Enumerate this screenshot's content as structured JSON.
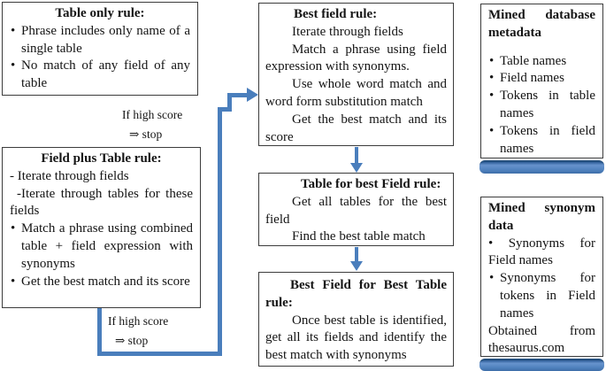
{
  "diagram": {
    "boxes": {
      "table_only": {
        "title": "Table only rule:",
        "bullets": [
          "Phrase includes only name of a single table",
          "No match of any field of any table"
        ]
      },
      "field_plus_table": {
        "title": "Field plus Table rule:",
        "dash_lines": [
          "- Iterate through fields",
          "-Iterate through tables for these fields"
        ],
        "bullets": [
          "Match a phrase using combined table + field expression with synonyms",
          "Get the best match and its score"
        ]
      },
      "best_field": {
        "title": "Best field rule:",
        "paragraphs": [
          "Iterate through fields",
          "Match a phrase using field expression with synonyms.",
          "Use whole word match and word form substitution match",
          "Get the best match and its score"
        ]
      },
      "table_for_best_field": {
        "title": "Table for best Field rule:",
        "paragraphs": [
          "Get all tables for the best field",
          "Find the best table match"
        ]
      },
      "best_field_for_best_table": {
        "title": "Best Field for Best Table rule:",
        "paragraphs": [
          "Once best table is identified, get all its fields and identify the best match with synonyms"
        ]
      },
      "mined_database": {
        "title": "Mined database metadata",
        "bullets": [
          "Table names",
          "Field names",
          "Tokens in table names",
          "Tokens in field names"
        ]
      },
      "mined_synonym": {
        "title": "Mined synonym data",
        "bullets": [
          "Synonyms for Field names",
          "Synonyms for tokens in Field names"
        ],
        "footer": "Obtained from thesaurus.com"
      }
    },
    "labels": {
      "stop1_line1": "If high score",
      "stop1_line2": "⇒ stop",
      "stop2_line1": "If high score",
      "stop2_line2": "⇒ stop"
    },
    "colors": {
      "accent_blue": "#4a7ebc",
      "cylinder_blue": "#4f81bd",
      "border": "#3c3c3c"
    }
  }
}
